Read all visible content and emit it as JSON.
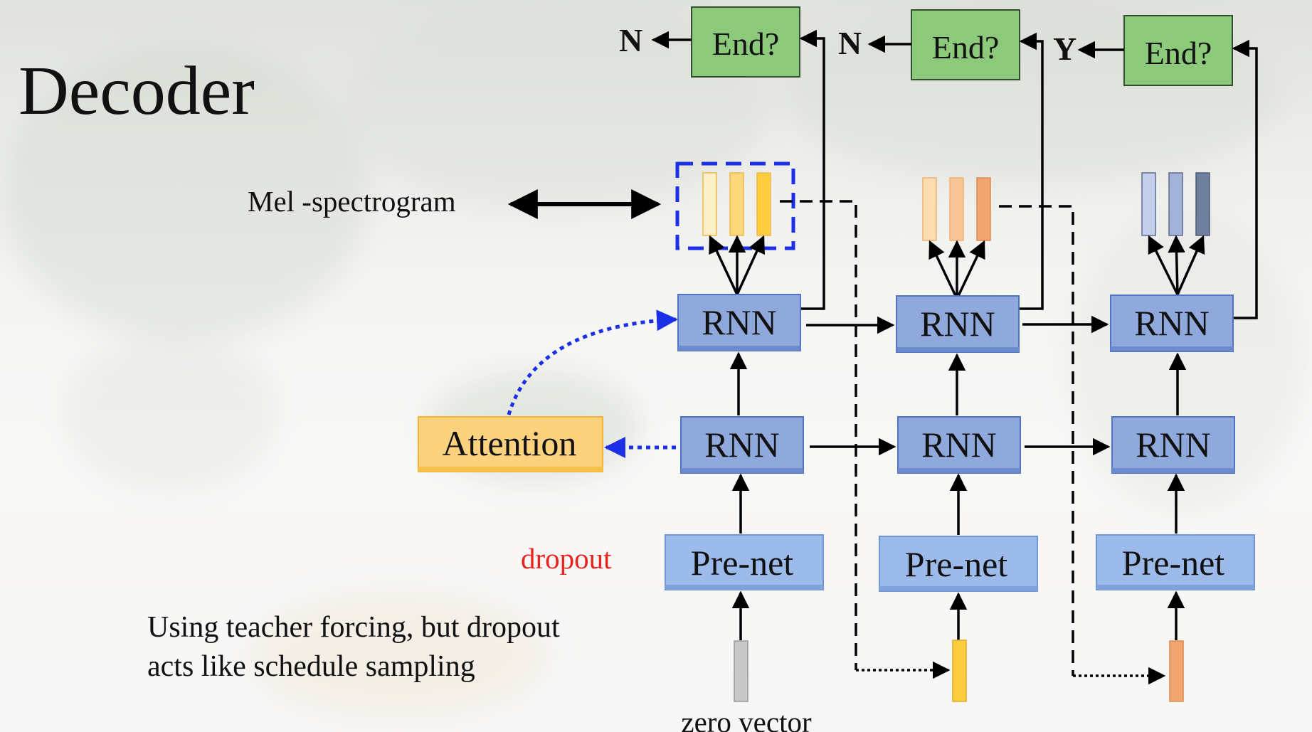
{
  "title": "Decoder",
  "mel_label": "Mel -spectrogram",
  "attention_label": "Attention",
  "dropout_label": "dropout",
  "note_line1": "Using teacher forcing, but dropout",
  "note_line2": "acts like schedule sampling",
  "zero_vector_label": "zero vector",
  "rnn_label": "RNN",
  "prenet_label": "Pre-net",
  "end_label": "End?",
  "end_answers": [
    "N",
    "N",
    "Y"
  ],
  "colors": {
    "rnn_fill": "#8fa9dc",
    "rnn_stroke": "#4f74c4",
    "prenet_fill": "#9dbbea",
    "end_fill": "#8cc97a",
    "end_stroke": "#2f4f2f",
    "attention_fill": "#fcd27e",
    "attention_stroke": "#f2b437",
    "dropout_text": "#e8231e",
    "dotted_blue": "#1a2fe6",
    "frame_set1": [
      "#fdf0c8",
      "#fbd97a",
      "#fbcd3f"
    ],
    "frame_set2": [
      "#fcdcb0",
      "#f8c596",
      "#f1a670"
    ],
    "frame_set3": [
      "#c5cfea",
      "#a3b2d7",
      "#6f7f9e"
    ],
    "input_frames": [
      "#c8c8c8",
      "#fbcd3f",
      "#f1a670"
    ]
  }
}
